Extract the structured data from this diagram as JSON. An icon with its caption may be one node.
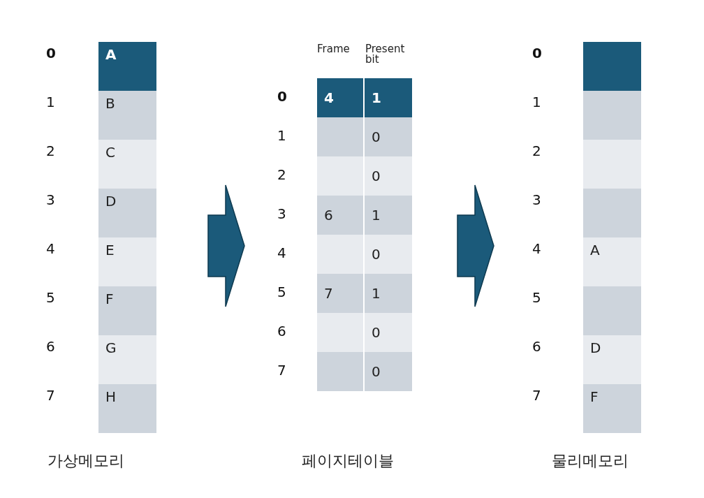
{
  "diagram": {
    "nodes": [
      {
        "text": [
          "가상메모리"
        ]
      },
      {
        "text": [
          "A"
        ],
        "in": 0,
        "beside": [
          "0"
        ]
      },
      {
        "text": [
          "B"
        ],
        "in": 0,
        "beside": [
          "1"
        ]
      },
      {
        "text": [
          "C"
        ],
        "in": 0,
        "beside": [
          "2"
        ]
      },
      {
        "text": [
          "D"
        ],
        "in": 0,
        "beside": [
          "3"
        ]
      },
      {
        "text": [
          "E"
        ],
        "in": 0,
        "beside": [
          "4"
        ]
      },
      {
        "text": [
          "F"
        ],
        "in": 0,
        "beside": [
          "5"
        ]
      },
      {
        "text": [
          "G"
        ],
        "in": 0,
        "beside": [
          "6"
        ]
      },
      {
        "text": [
          "H"
        ],
        "in": 0,
        "beside": [
          "7"
        ]
      },
      {
        "text": [
          "Frame",
          "Present bit",
          "페이지테이블"
        ]
      },
      {
        "text": [
          "4"
        ],
        "in": 9,
        "beside": [
          "0"
        ]
      },
      {
        "text": [
          "1"
        ],
        "in": 9
      },
      {
        "text": [],
        "shape": "box",
        "in": 9,
        "beside": [
          "1"
        ]
      },
      {
        "text": [
          "0"
        ],
        "in": 9
      },
      {
        "text": [],
        "shape": "box",
        "in": 9,
        "beside": [
          "2"
        ]
      },
      {
        "text": [
          "0"
        ],
        "in": 9
      },
      {
        "text": [
          "6"
        ],
        "in": 9,
        "beside": [
          "3"
        ]
      },
      {
        "text": [
          "1"
        ],
        "in": 9
      },
      {
        "text": [],
        "shape": "box",
        "in": 9,
        "beside": [
          "4"
        ]
      },
      {
        "text": [
          "0"
        ],
        "in": 9
      },
      {
        "text": [
          "7"
        ],
        "in": 9,
        "beside": [
          "5"
        ]
      },
      {
        "text": [
          "1"
        ],
        "in": 9
      },
      {
        "text": [],
        "shape": "box",
        "in": 9,
        "beside": [
          "6"
        ]
      },
      {
        "text": [
          "0"
        ],
        "in": 9
      },
      {
        "text": [],
        "shape": "box",
        "in": 9,
        "beside": [
          "7"
        ]
      },
      {
        "text": [
          "0"
        ],
        "in": 9
      },
      {
        "text": [
          "물리메모리"
        ]
      },
      {
        "text": [],
        "shape": "box",
        "in": 26,
        "beside": [
          "0"
        ]
      },
      {
        "text": [],
        "shape": "box",
        "in": 26,
        "beside": [
          "1"
        ]
      },
      {
        "text": [],
        "shape": "box",
        "in": 26,
        "beside": [
          "2"
        ]
      },
      {
        "text": [],
        "shape": "box",
        "in": 26,
        "beside": [
          "3"
        ]
      },
      {
        "text": [
          "A"
        ],
        "in": 26,
        "beside": [
          "4"
        ]
      },
      {
        "text": [],
        "shape": "box",
        "in": 26,
        "beside": [
          "5"
        ]
      },
      {
        "text": [
          "D"
        ],
        "in": 26,
        "beside": [
          "6"
        ]
      },
      {
        "text": [
          "F"
        ],
        "in": 26,
        "beside": [
          "7"
        ]
      }
    ],
    "edges": [
      {
        "from": 0,
        "to": 9,
        "arrow": "to"
      },
      {
        "from": 9,
        "to": 26,
        "arrow": "to"
      }
    ]
  }
}
